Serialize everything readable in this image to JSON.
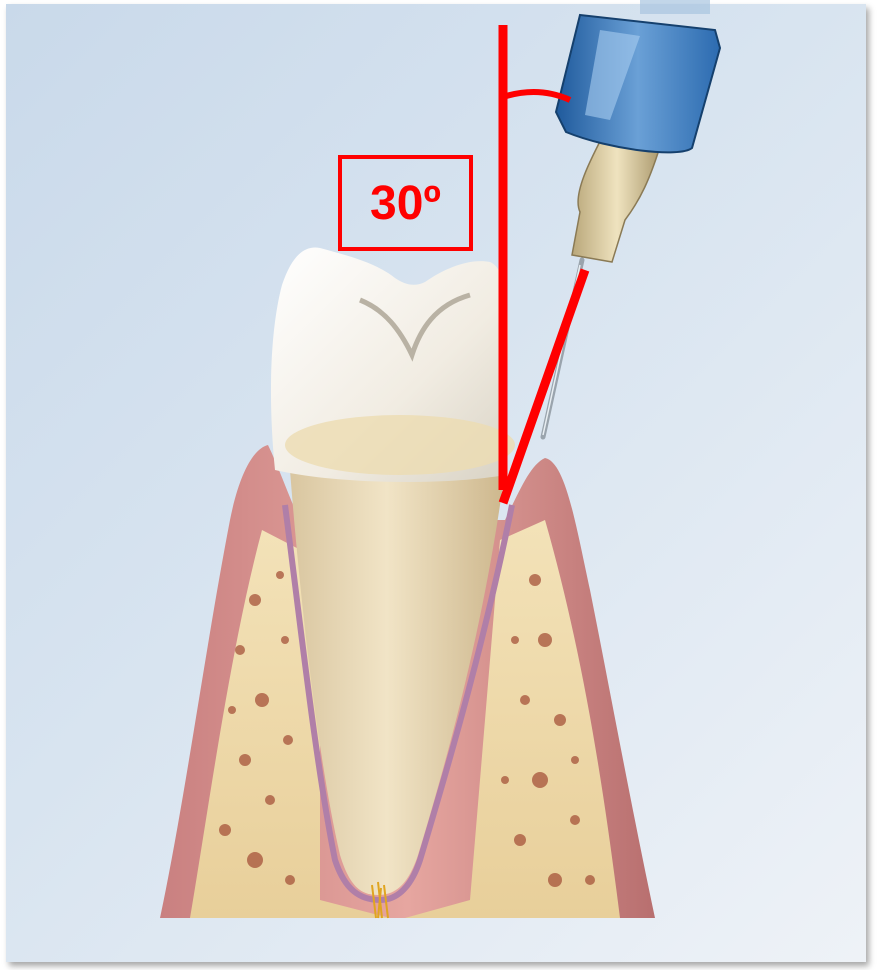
{
  "annotation": {
    "angle_label": "30º",
    "color": "#ff0000"
  },
  "illustration": {
    "subject": "tooth-cross-section",
    "tool": "dental-needle-syringe"
  }
}
